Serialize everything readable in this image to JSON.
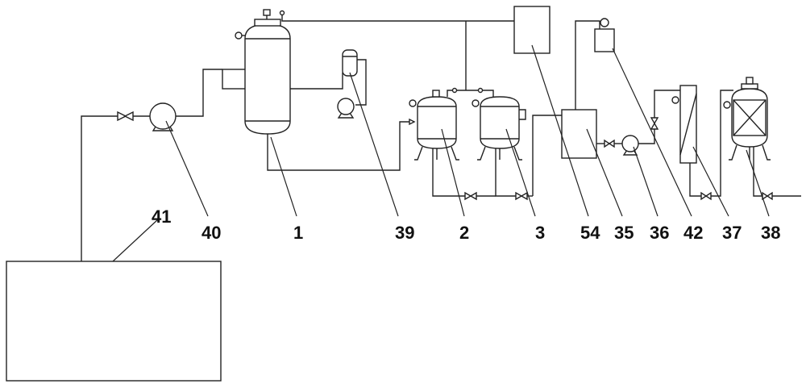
{
  "labels": {
    "l1": "1",
    "l2": "2",
    "l3": "3",
    "l35": "35",
    "l36": "36",
    "l37": "37",
    "l38": "38",
    "l39": "39",
    "l40": "40",
    "l41": "41",
    "l42": "42",
    "l54": "54"
  }
}
